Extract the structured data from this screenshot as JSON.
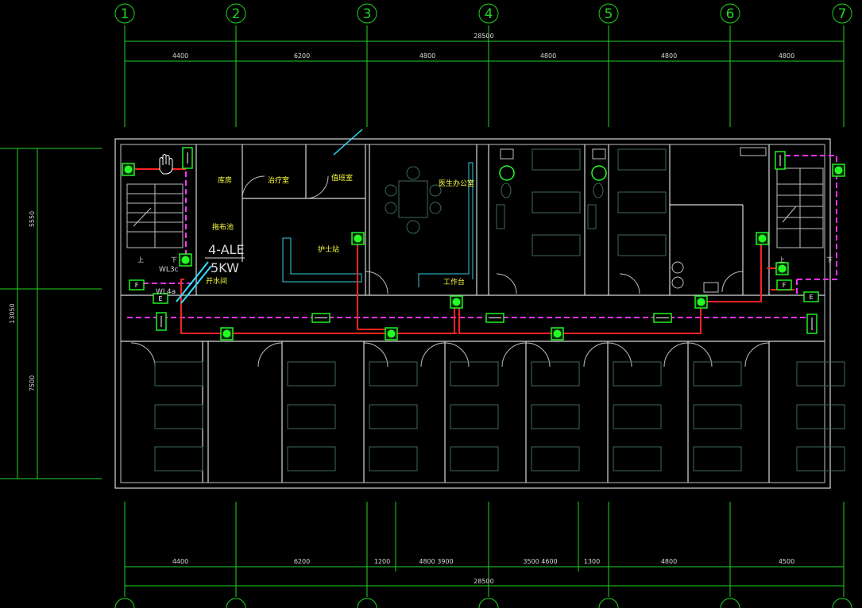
{
  "axes": [
    "1",
    "2",
    "3",
    "4",
    "5",
    "6",
    "7"
  ],
  "dims_top_total": "28500",
  "dims_top": [
    "4400",
    "6200",
    "4800",
    "4800",
    "4800",
    "4800"
  ],
  "dims_bottom": [
    "4400",
    "6200",
    "1200",
    "4800 3900",
    "3500 4600",
    "1300",
    "4800",
    "4500"
  ],
  "dims_bottom_total": "28500",
  "dims_left_total": "13050",
  "dims_left": [
    "5550",
    "7500"
  ],
  "rooms": {
    "storage": "库房",
    "disposal": "治疗室",
    "duty": "值班室",
    "doctor": "医生办公室",
    "nurse": "护士站",
    "workbench": "工作台",
    "water": "开水间",
    "cleaning": "拖布池"
  },
  "stairs": {
    "up_left": "上",
    "down_left": "下",
    "up_right": "上",
    "down_right": "下"
  },
  "panel": {
    "name": "4-ALE",
    "power": "5KW"
  },
  "circuits": {
    "c1": "WL3c",
    "c2": "WL4a"
  },
  "exit_sign": "F",
  "emergency_sign": "E",
  "colors": {
    "grid": "#1fd31f",
    "wall": "#d9d9d9",
    "wiring_red": "#ff2222",
    "wiring_magenta": "#ff33ff",
    "lamp": "#22ff22",
    "label": "#ffff40"
  }
}
